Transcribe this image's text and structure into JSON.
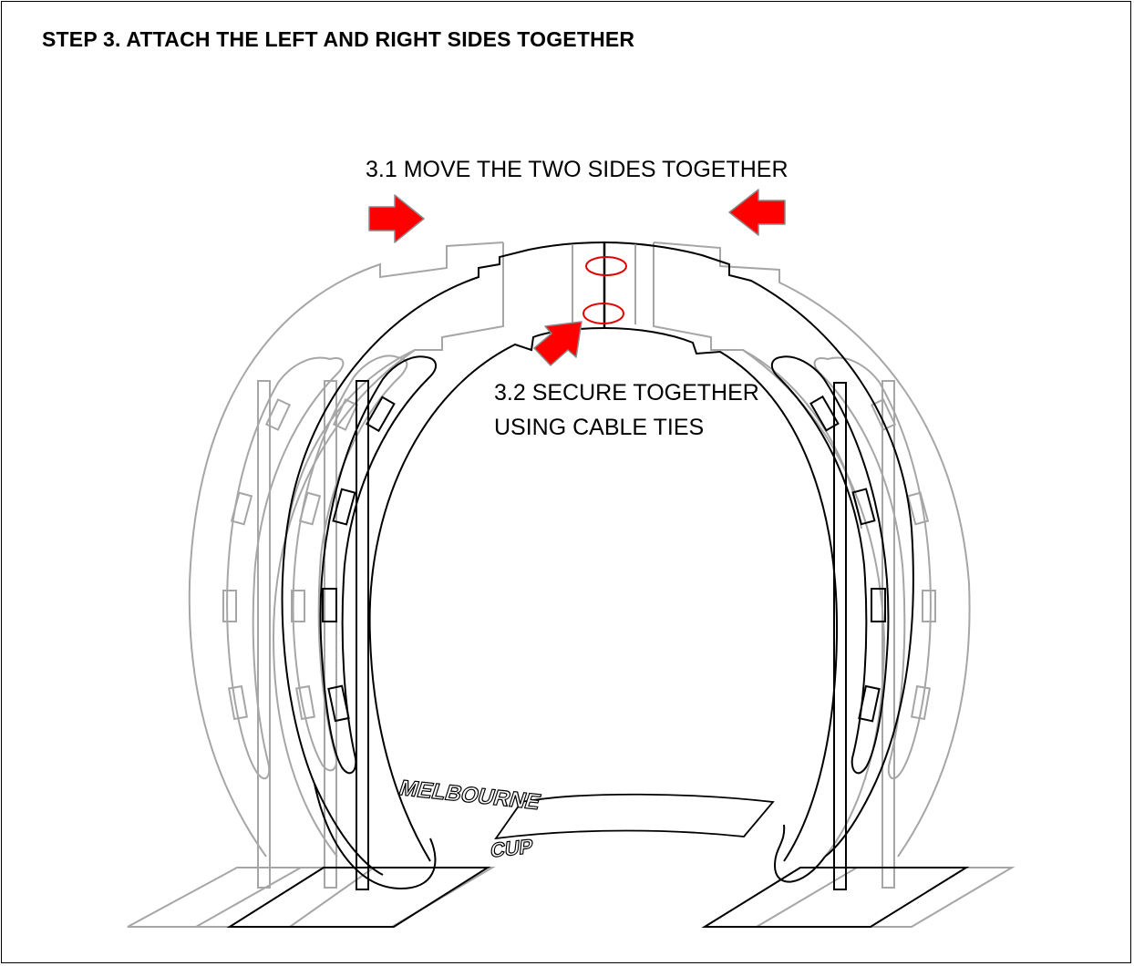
{
  "title": "STEP 3. ATTACH THE LEFT AND RIGHT SIDES TOGETHER",
  "step_31": "3.1 MOVE THE TWO SIDES TOGETHER",
  "step_32": {
    "line1": "3.2 SECURE TOGETHER",
    "line2": "USING CABLE TIES"
  },
  "sign_text": {
    "line1": "MELBOURNE",
    "line2": "CUP"
  },
  "colors": {
    "arrow": "#ff0000",
    "ghost": "#a6a6a6",
    "line": "#000000",
    "cable_tie": "#e00000"
  }
}
